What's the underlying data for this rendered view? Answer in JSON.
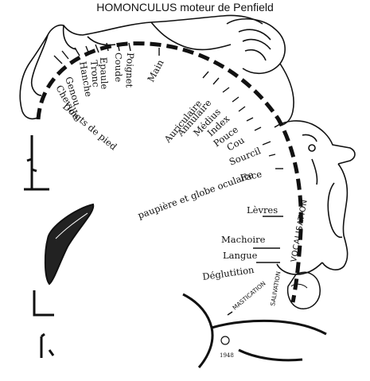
{
  "title": "HOMONCULUS moteur de Penfield",
  "regions": [
    "Doigts de pied",
    "Cheville",
    "Genou",
    "Hanche",
    "Tronc",
    "Epaule",
    "Coude",
    "Poignet",
    "Main",
    "Auriculaire",
    "Annulaire",
    "Médius",
    "Index",
    "Pouce",
    "Cou",
    "Sourcil",
    "paupière et globe oculaire",
    "Face",
    "Lèvres",
    "Machoire",
    "Langue",
    "Déglutition"
  ],
  "labels": {
    "vocalisation": "VOCALISATION",
    "salivation": "SALIVATION",
    "mastication": "MASTICATION"
  },
  "signature": "1948"
}
